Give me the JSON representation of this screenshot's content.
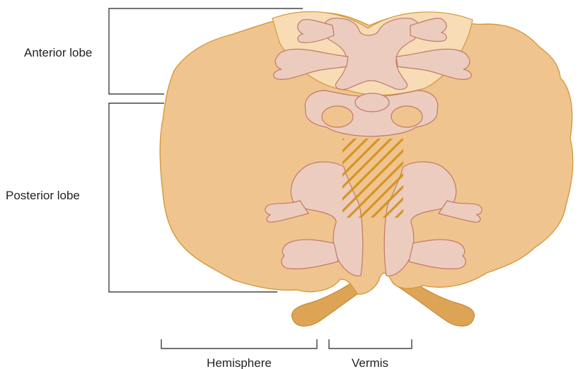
{
  "labels": {
    "anterior": "Anterior lobe",
    "posterior": "Posterior lobe",
    "hemisphere": "Hemisphere",
    "vermis": "Vermis"
  },
  "colors": {
    "cerebellum_fill": "#f0c48f",
    "cerebellum_stroke": "#d39a3c",
    "anterior_overlay": "#f7dcb6",
    "homunculus_fill": "#ecccbf",
    "homunculus_stroke": "#c07a66",
    "hatch": "#d4911f",
    "peduncle_fill": "#dea456",
    "bracket": "#231f20",
    "text": "#231f20"
  }
}
